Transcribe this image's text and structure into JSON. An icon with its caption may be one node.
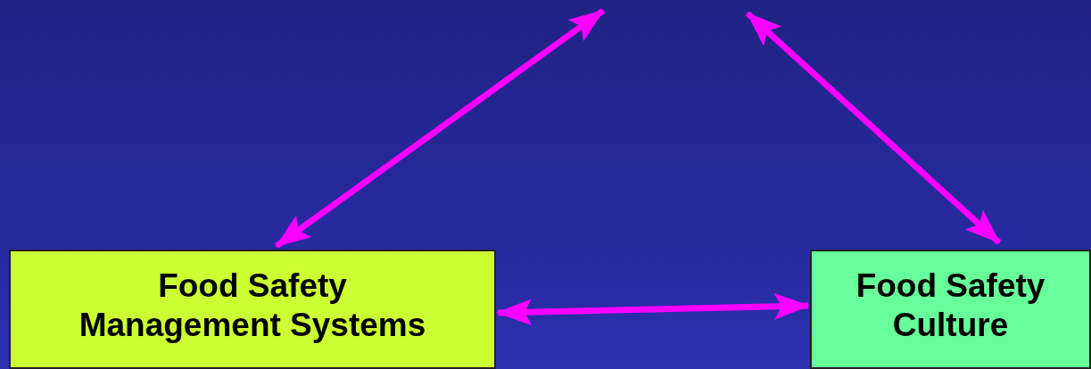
{
  "diagram": {
    "nodes": [
      {
        "text": [
          "Food Safety Management Systems"
        ]
      },
      {
        "text": [
          "Food Safety Culture"
        ]
      }
    ],
    "edges": [
      {
        "from": null,
        "to": 0,
        "arrow": "both"
      },
      {
        "from": null,
        "to": 1,
        "arrow": "both"
      },
      {
        "from": 0,
        "to": 1,
        "arrow": "both"
      }
    ]
  }
}
